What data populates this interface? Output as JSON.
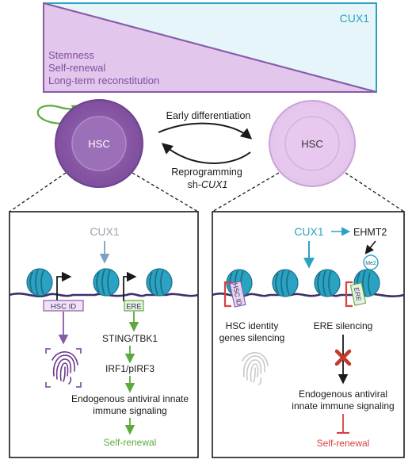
{
  "gradient": {
    "cux1_label": "CUX1",
    "stem_lines": [
      "Stemness",
      "Self-renewal",
      "Long-term reconstitution"
    ]
  },
  "cells": {
    "left_label": "HSC",
    "right_label": "HSC",
    "forward_arrow_label": "Early differentiation",
    "reverse_arrow_label_1": "Reprogramming",
    "reverse_arrow_label_2_prefix": "sh-",
    "reverse_arrow_label_2_gene": "CUX1"
  },
  "left_panel": {
    "cux1_label": "CUX1",
    "hsc_id_tag": "HSC ID",
    "ere_tag": "ERE",
    "pathway": [
      "STING/TBK1",
      "IRF1/pIRF3",
      "Endogenous antiviral innate",
      "immune signaling",
      "Self-renewal"
    ]
  },
  "right_panel": {
    "cux1_label": "CUX1",
    "ehmt2_label": "EHMT2",
    "me2_label": "Me2",
    "hsc_id_tag": "HSC ID",
    "ere_tag": "ERE",
    "hsc_identity_label_1": "HSC identity",
    "hsc_identity_label_2": "genes silencing",
    "ere_silencing_label": "ERE silencing",
    "outcome_1": "Endogenous antiviral",
    "outcome_2": "innate immune signaling",
    "outcome_3": "Self-renewal"
  },
  "colors": {
    "purple": "#8a5aa8",
    "purple_light": "#e2c6ec",
    "teal": "#2aa3c3",
    "teal_light": "#e6f5f9",
    "green": "#5daa3c",
    "red": "#d6423f"
  }
}
